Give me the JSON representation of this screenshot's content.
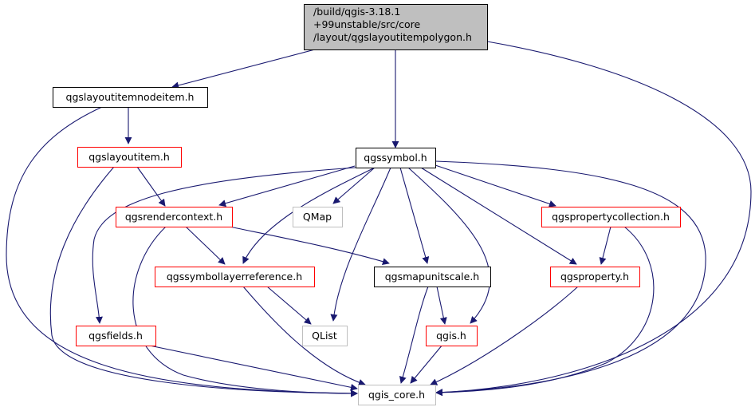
{
  "colors": {
    "edge": "#191970",
    "black_border": "#000000",
    "red_border": "#ff0000",
    "gray_border": "#bfbfbf",
    "focus_fill": "#bfbfbf",
    "node_fill": "#ffffff"
  },
  "nodes": {
    "root": {
      "lines": [
        "/build/qgis-3.18.1",
        "+99unstable/src/core",
        "/layout/qgslayoutitempolygon.h"
      ],
      "style": "focus"
    },
    "nodeitem": {
      "lines": [
        "qgslayoutitemnodeitem.h"
      ],
      "style": "black"
    },
    "symbol": {
      "lines": [
        "qgssymbol.h"
      ],
      "style": "black"
    },
    "layoutitem": {
      "lines": [
        "qgslayoutitem.h"
      ],
      "style": "red"
    },
    "rendercontext": {
      "lines": [
        "qgsrendercontext.h"
      ],
      "style": "red"
    },
    "qmap": {
      "lines": [
        "QMap"
      ],
      "style": "gray"
    },
    "propcollection": {
      "lines": [
        "qgspropertycollection.h"
      ],
      "style": "red"
    },
    "symlayerref": {
      "lines": [
        "qgssymbollayerreference.h"
      ],
      "style": "red"
    },
    "mapunitscale": {
      "lines": [
        "qgsmapunitscale.h"
      ],
      "style": "black"
    },
    "property": {
      "lines": [
        "qgsproperty.h"
      ],
      "style": "red"
    },
    "fields": {
      "lines": [
        "qgsfields.h"
      ],
      "style": "red"
    },
    "qlist": {
      "lines": [
        "QList"
      ],
      "style": "gray"
    },
    "qgis": {
      "lines": [
        "qgis.h"
      ],
      "style": "red"
    },
    "core": {
      "lines": [
        "qgis_core.h"
      ],
      "style": "gray"
    }
  },
  "edges": [
    [
      "root",
      "nodeitem"
    ],
    [
      "root",
      "symbol"
    ],
    [
      "root",
      "core"
    ],
    [
      "nodeitem",
      "layoutitem"
    ],
    [
      "nodeitem",
      "core"
    ],
    [
      "layoutitem",
      "rendercontext"
    ],
    [
      "layoutitem",
      "core"
    ],
    [
      "symbol",
      "rendercontext"
    ],
    [
      "symbol",
      "qmap"
    ],
    [
      "symbol",
      "symlayerref"
    ],
    [
      "symbol",
      "propcollection"
    ],
    [
      "symbol",
      "property"
    ],
    [
      "symbol",
      "mapunitscale"
    ],
    [
      "symbol",
      "qlist"
    ],
    [
      "symbol",
      "qgis"
    ],
    [
      "symbol",
      "fields"
    ],
    [
      "symbol",
      "core"
    ],
    [
      "rendercontext",
      "symlayerref"
    ],
    [
      "rendercontext",
      "mapunitscale"
    ],
    [
      "rendercontext",
      "core"
    ],
    [
      "propcollection",
      "property"
    ],
    [
      "propcollection",
      "core"
    ],
    [
      "symlayerref",
      "qlist"
    ],
    [
      "symlayerref",
      "core"
    ],
    [
      "mapunitscale",
      "qgis"
    ],
    [
      "mapunitscale",
      "core"
    ],
    [
      "property",
      "core"
    ],
    [
      "qgis",
      "core"
    ],
    [
      "fields",
      "core"
    ]
  ]
}
